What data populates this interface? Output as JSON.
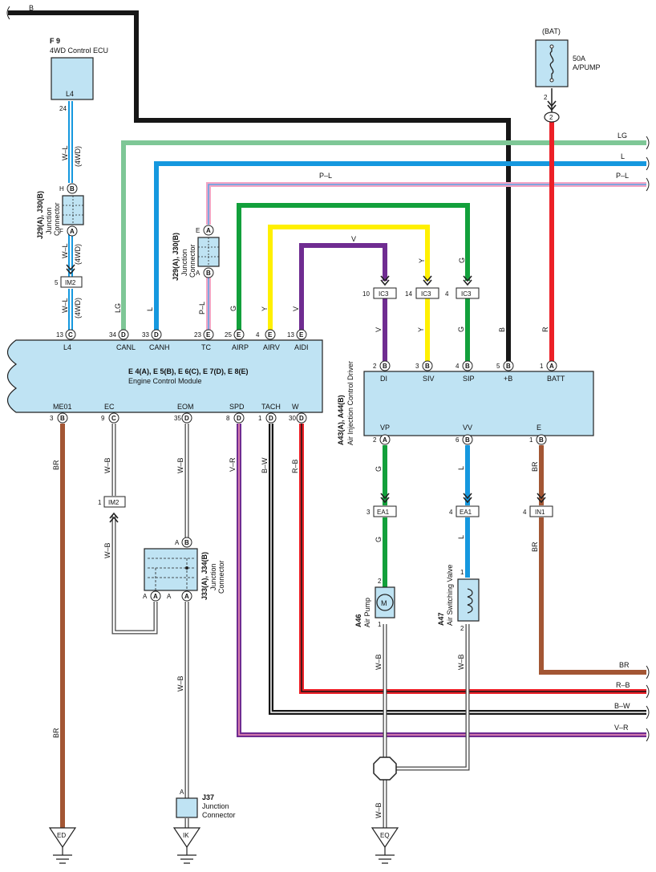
{
  "wire_colors": {
    "black": "#161616",
    "green_light": "#7ec796",
    "blue": "#1598df",
    "pink": "#f3a5c4",
    "green": "#12a03b",
    "yellow": "#fff000",
    "violet": "#6f2c91",
    "red": "#ec2027",
    "brown": "#a35634",
    "white": "#ffffff",
    "pink_stripe": "#f090b4",
    "red_stripe": "#ec2027",
    "box_fill": "#bfe3f3"
  },
  "top_wire_label": "B",
  "battery": {
    "label": "(BAT)",
    "fuse_rating": "50A",
    "fuse_name": "A/PUMP",
    "pin": "2",
    "connector": "2"
  },
  "f9": {
    "code": "F 9",
    "name": "4WD Control ECU",
    "terminal": "L4",
    "pin": "24"
  },
  "j29_left": {
    "code": "J29(A), J30(B)",
    "name_line1": "Junction",
    "name_line2": "Connector",
    "top_pin": "H",
    "top_id": "B",
    "bot_pin": "F",
    "bot_id": "A"
  },
  "j29_mid": {
    "code": "J29(A), J30(B)",
    "name_line1": "Junction",
    "name_line2": "Connector",
    "top_pin": "E",
    "top_id": "A",
    "bot_pin": "A",
    "bot_id": "B"
  },
  "im2_left": {
    "num": "5",
    "label": "IM2"
  },
  "wires": {
    "wl_1": "W–L",
    "wl_1b": "(4WD)",
    "wl_2": "W–L",
    "wl_2b": "(4WD)",
    "wl_3": "W–L",
    "wl_3b": "(4WD)",
    "lg": "LG",
    "l": "L",
    "pl": "P–L",
    "g": "G",
    "y": "Y",
    "v": "V",
    "lg_right": "LG",
    "l_right": "L",
    "pl_right": "P–L",
    "pl_top": "P–L",
    "v_top": "V",
    "y_top": "Y",
    "g_top": "G",
    "v_ic": "V",
    "y_ic": "Y",
    "g_ic": "G",
    "b_ic": "B",
    "r_ic": "R",
    "br1": "BR",
    "wb1": "W–B",
    "wb2": "W–B",
    "vr": "V–R",
    "bw": "B–W",
    "rb": "R–B",
    "wb_im2": "W–B",
    "wb_j37": "W–B",
    "br2": "BR",
    "g_a": "G",
    "l_a": "L",
    "br_a": "BR",
    "g_b": "G",
    "l_b": "L",
    "br_b": "BR",
    "wb_pump": "W–B",
    "wb_valve": "W–B",
    "wb_eq": "W–B",
    "br_right": "BR",
    "rb_right": "R–B",
    "bw_right": "B–W",
    "vr_right": "V–R"
  },
  "ecm": {
    "code": "E 4(A), E 5(B), E 6(C), E 7(D), E 8(E)",
    "name": "Engine Control Module",
    "top_pins": [
      {
        "num": "13",
        "id": "C",
        "label": "L4"
      },
      {
        "num": "34",
        "id": "D",
        "label": "CANL"
      },
      {
        "num": "33",
        "id": "D",
        "label": "CANH"
      },
      {
        "num": "23",
        "id": "E",
        "label": "TC"
      },
      {
        "num": "25",
        "id": "E",
        "label": "AIRP"
      },
      {
        "num": "4",
        "id": "E",
        "label": "AIRV"
      },
      {
        "num": "13",
        "id": "E",
        "label": "AIDI"
      }
    ],
    "bottom_pins": [
      {
        "num": "3",
        "id": "B",
        "label": "ME01"
      },
      {
        "num": "9",
        "id": "C",
        "label": "EC"
      },
      {
        "num": "35",
        "id": "D",
        "label": "EOM"
      },
      {
        "num": "8",
        "id": "D",
        "label": "SPD"
      },
      {
        "num": "1",
        "id": "D",
        "label": "TACH"
      },
      {
        "num": "30",
        "id": "D",
        "label": "W"
      }
    ]
  },
  "ic3": [
    {
      "num": "10",
      "label": "IC3"
    },
    {
      "num": "14",
      "label": "IC3"
    },
    {
      "num": "4",
      "label": "IC3"
    }
  ],
  "aicd": {
    "code": "A43(A), A44(B)",
    "name": "Air Injection Control Driver",
    "top_pins": [
      {
        "num": "2",
        "id": "B",
        "label": "DI"
      },
      {
        "num": "3",
        "id": "B",
        "label": "SIV"
      },
      {
        "num": "4",
        "id": "B",
        "label": "SIP"
      },
      {
        "num": "5",
        "id": "B",
        "label": "+B"
      },
      {
        "num": "1",
        "id": "A",
        "label": "BATT"
      }
    ],
    "bottom_pins": [
      {
        "num": "2",
        "id": "A",
        "label": "VP"
      },
      {
        "num": "6",
        "id": "B",
        "label": "VV"
      },
      {
        "num": "1",
        "id": "B",
        "label": "E"
      }
    ]
  },
  "im2_low": {
    "num": "1",
    "label": "IM2"
  },
  "j33": {
    "code": "J33(A), J34(B)",
    "name_line1": "Junction",
    "name_line2": "Connector",
    "top_pin": "A",
    "top_id": "B",
    "bl_pin": "A",
    "bl_id": "A",
    "br_pin": "A",
    "br_id": "A"
  },
  "ea1": [
    {
      "num": "3",
      "label": "EA1"
    },
    {
      "num": "4",
      "label": "EA1"
    }
  ],
  "in1": {
    "num": "4",
    "label": "IN1"
  },
  "a46": {
    "code": "A46",
    "name": "Air Pump",
    "symbol": "M",
    "top_pin": "2",
    "bot_pin": "1"
  },
  "a47": {
    "code": "A47",
    "name": "Air Switching Valve",
    "top_pin": "1",
    "bot_pin": "2"
  },
  "j37": {
    "code": "J37",
    "name_line1": "Junction",
    "name_line2": "Connector",
    "pin": "A"
  },
  "grounds": {
    "ed": "ED",
    "ik": "IK",
    "eq": "EQ"
  }
}
